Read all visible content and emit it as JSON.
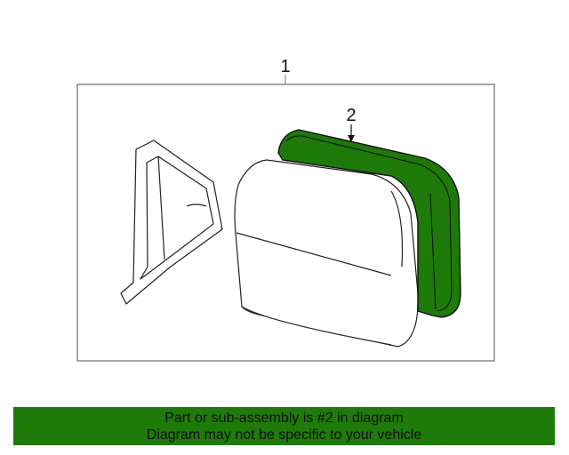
{
  "diagram": {
    "callouts": {
      "assembly": "1",
      "part": "2"
    },
    "colors": {
      "highlight": "#1e7a09",
      "outline": "#222222",
      "frame": "#888888",
      "background": "#ffffff"
    },
    "parts": [
      {
        "ref": "1",
        "name": "mirror-assembly"
      },
      {
        "ref": "2",
        "name": "mirror-glass"
      }
    ]
  },
  "banner": {
    "line1": "Part or sub-assembly is #2 in diagram",
    "line2": "Diagram may not be specific to your vehicle"
  }
}
